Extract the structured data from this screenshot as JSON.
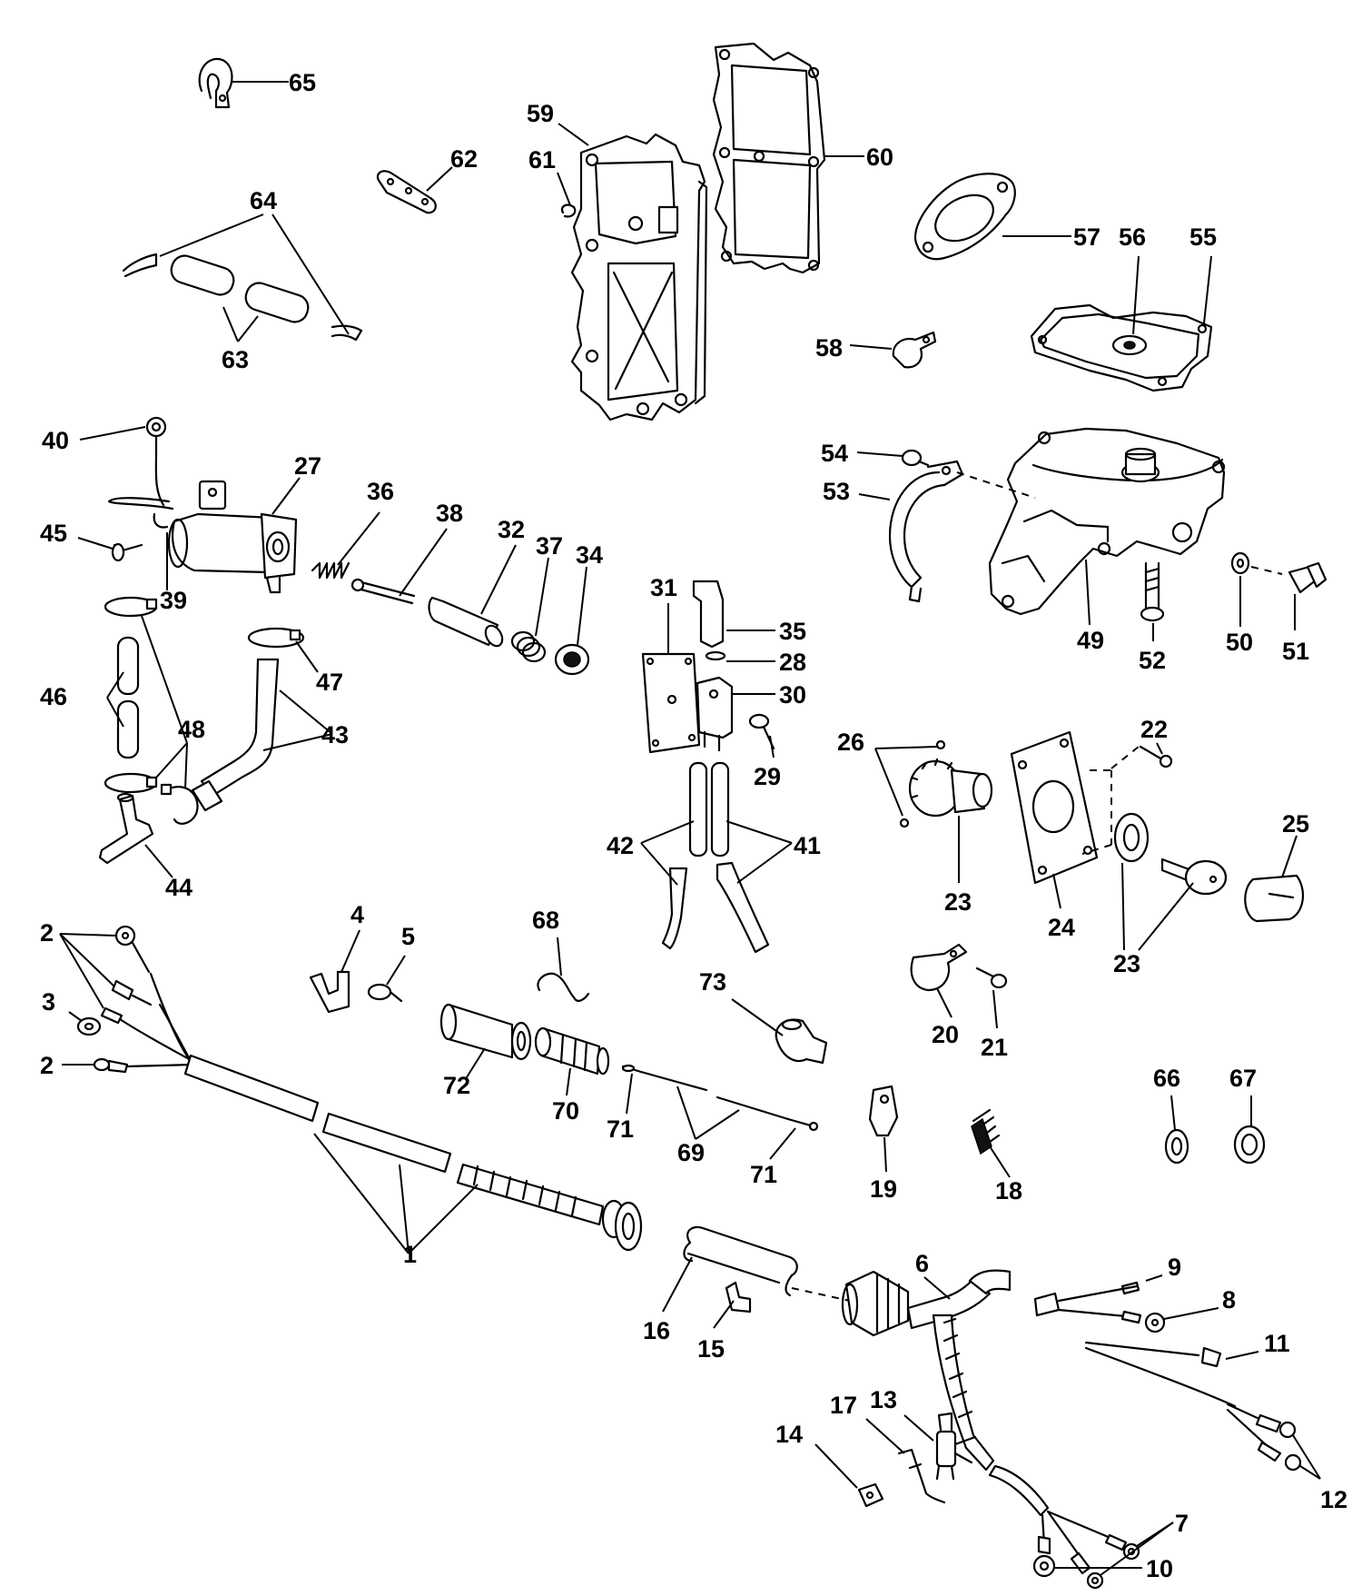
{
  "callouts": {
    "c1": "1",
    "c2a": "2",
    "c2b": "2",
    "c3": "3",
    "c4": "4",
    "c5": "5",
    "c6": "6",
    "c7": "7",
    "c8": "8",
    "c9": "9",
    "c10": "10",
    "c11": "11",
    "c12": "12",
    "c13": "13",
    "c14": "14",
    "c15": "15",
    "c16": "16",
    "c17": "17",
    "c18": "18",
    "c19": "19",
    "c20": "20",
    "c21": "21",
    "c22": "22",
    "c23a": "23",
    "c23b": "23",
    "c24": "24",
    "c25": "25",
    "c26": "26",
    "c27": "27",
    "c28": "28",
    "c29": "29",
    "c30": "30",
    "c31": "31",
    "c32": "32",
    "c34": "34",
    "c35": "35",
    "c36": "36",
    "c37": "37",
    "c38": "38",
    "c39": "39",
    "c40": "40",
    "c41": "41",
    "c42": "42",
    "c43": "43",
    "c44": "44",
    "c45": "45",
    "c46": "46",
    "c47": "47",
    "c48": "48",
    "c49": "49",
    "c50": "50",
    "c51": "51",
    "c52": "52",
    "c53": "53",
    "c54": "54",
    "c55": "55",
    "c56": "56",
    "c57": "57",
    "c58": "58",
    "c59": "59",
    "c60": "60",
    "c61": "61",
    "c62": "62",
    "c63": "63",
    "c64": "64",
    "c65": "65",
    "c66": "66",
    "c67": "67",
    "c68": "68",
    "c69": "69",
    "c70": "70",
    "c71a": "71",
    "c71b": "71",
    "c72": "72",
    "c73": "73"
  }
}
